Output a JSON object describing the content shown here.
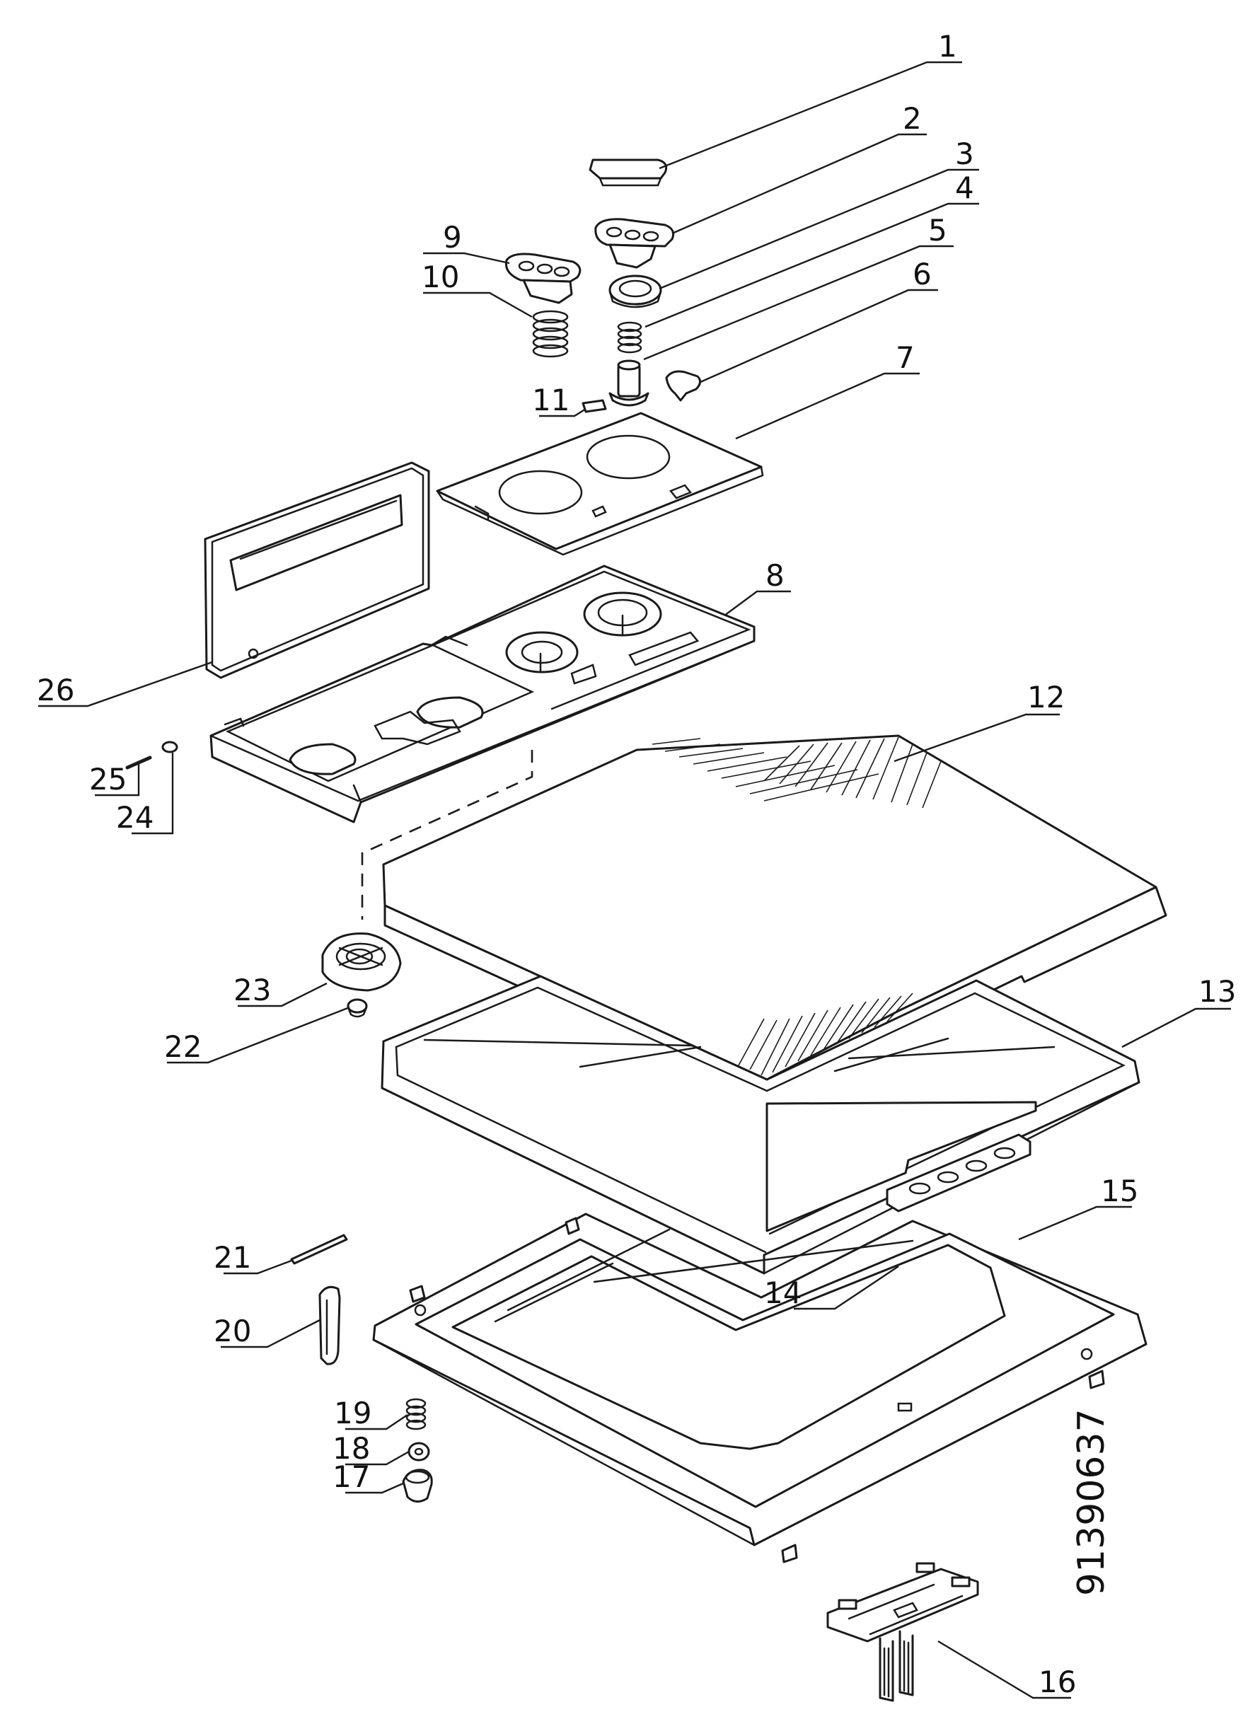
{
  "diagram": {
    "drawing_code": "91390637",
    "callouts": [
      {
        "id": "1",
        "label": "1"
      },
      {
        "id": "2",
        "label": "2"
      },
      {
        "id": "3",
        "label": "3"
      },
      {
        "id": "4",
        "label": "4"
      },
      {
        "id": "5",
        "label": "5"
      },
      {
        "id": "6",
        "label": "6"
      },
      {
        "id": "7",
        "label": "7"
      },
      {
        "id": "8",
        "label": "8"
      },
      {
        "id": "9",
        "label": "9"
      },
      {
        "id": "10",
        "label": "10"
      },
      {
        "id": "11",
        "label": "11"
      },
      {
        "id": "12",
        "label": "12"
      },
      {
        "id": "13",
        "label": "13"
      },
      {
        "id": "14",
        "label": "14"
      },
      {
        "id": "15",
        "label": "15"
      },
      {
        "id": "16",
        "label": "16"
      },
      {
        "id": "17",
        "label": "17"
      },
      {
        "id": "18",
        "label": "18"
      },
      {
        "id": "19",
        "label": "19"
      },
      {
        "id": "20",
        "label": "20"
      },
      {
        "id": "21",
        "label": "21"
      },
      {
        "id": "22",
        "label": "22"
      },
      {
        "id": "23",
        "label": "23"
      },
      {
        "id": "24",
        "label": "24"
      },
      {
        "id": "25",
        "label": "25"
      },
      {
        "id": "26",
        "label": "26"
      }
    ]
  }
}
